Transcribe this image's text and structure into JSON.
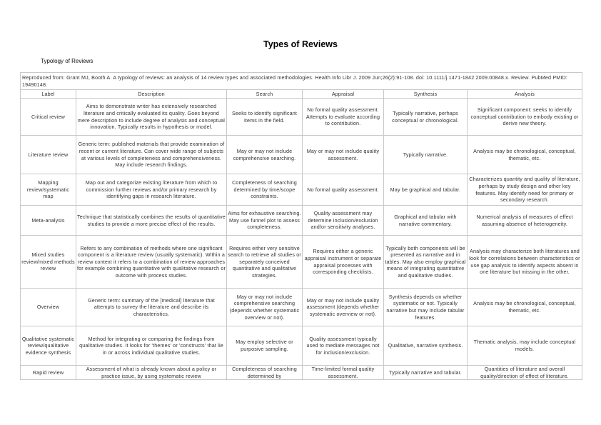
{
  "document": {
    "title": "Types of Reviews",
    "subtitle": "Typology of  Reviews"
  },
  "table": {
    "source_note": "Reproduced from: Grant MJ, Booth A. A typology of reviews: an analysis of 14 review types and associated methodologies. Health Info Libr J. 2009 Jun;26(2):91-108. doi: 10.1111/j.1471-1842.2009.00848.x. Review. PubMed PMID: 19490148.",
    "headers": [
      "Label",
      "Description",
      "Search",
      "Appraisal",
      "Synthesis",
      "Analysis"
    ],
    "rows": [
      {
        "label": "Critical review",
        "description": "Aims to demonstrate writer has extensively researched literature and critically evaluated its quality. Goes beyond mere description to include degree of analysis and conceptual innovation. Typically results in hypothesis or model.",
        "search": "Seeks to identify significant items in the field.",
        "appraisal": "No formal quality assessment. Attempts to evaluate according to contribution.",
        "synthesis": "Typically narrative, perhaps conceptual or chronological.",
        "analysis": "Significant component: seeks to identify conceptual contribution to embody existing or derive new theory."
      },
      {
        "label": "Literature review",
        "description": "Generic term: published materials that provide examination of recent or current literature. Can cover wide range of subjects at various levels of completeness and comprehensiveness. May include research findings.",
        "search": "May or may not include comprehensive searching.",
        "appraisal": "May or may not include quality assessment.",
        "synthesis": "Typically narrative.",
        "analysis": "Analysis may be chronological, conceptual, thematic, etc."
      },
      {
        "label": "Mapping review/systematic map",
        "description": "Map out and categorize existing literature from which to commission further reviews and/or primary research by identifying gaps in research literature.",
        "search": "Completeness of searching determined by time/scope constraints.",
        "appraisal": "No formal quality assessment.",
        "synthesis": "May be graphical and tabular.",
        "analysis": "Characterizes quantity and quality of literature, perhaps by study design and other key features. May identify need for primary or secondary research."
      },
      {
        "label": "Meta-analysis",
        "description": "Technique that statistically combines the results of quantitative studies to provide a more precise effect of the results.",
        "search": "Aims for exhaustive searching. May use funnel plot to assess completeness.",
        "appraisal": "Quality assessment may determine inclusion/exclusion and/or sensitivity analyses.",
        "synthesis": "Graphical and tabular with narrative commentary.",
        "analysis": "Numerical analysis of measures of effect assuming absence of heterogeneity."
      },
      {
        "label": "Mixed studies review/mixed methods review",
        "description": "Refers to any combination of methods where one significant component is a literature review (usually systematic). Within a review context it refers to a combination of review approaches for example combining quantitative with qualitative research or outcome with process studies.",
        "search": "Requires either very sensitive search to retrieve all studies or separately conceived quantitative and qualitative strategies.",
        "appraisal": "Requires either a generic appraisal instrument or separate appraisal processes with corresponding checklists.",
        "synthesis": "Typically both components will be presented as narrative and in tables. May also employ graphical means of integrating quantitative and qualitative studies.",
        "analysis": "Analysis may characterize both literatures and look for correlations between characteristics or use gap analysis to identify aspects absent in one literature but missing in the other."
      },
      {
        "label": "Overview",
        "description": "Generic term: summary of the [medical] literature that attempts to survey the literature and describe its characteristics.",
        "search": "May or may not include comprehensive searching (depends whether systematic overview or not).",
        "appraisal": "May or may not include quality assessment (depends whether systematic overview or not).",
        "synthesis": "Synthesis depends on whether systematic or not. Typically narrative but may include tabular features.",
        "analysis": "Analysis may be chronological, conceptual, thematic, etc."
      },
      {
        "label": "Qualitative systematic review/qualitative evidence synthesis",
        "description": "Method for integrating or comparing the findings from qualitative studies. It looks for 'themes' or 'constructs' that lie in or across individual qualitative studies.",
        "search": "May employ selective or purposive sampling.",
        "appraisal": "Quality assessment typically used to mediate messages not for inclusion/exclusion.",
        "synthesis": "Qualitative, narrative synthesis.",
        "analysis": "Thematic analysis, may include conceptual models."
      },
      {
        "label": "Rapid review",
        "description": "Assessment of what is already known about a policy or practice issue, by using systematic review",
        "search": "Completeness of searching determined by",
        "appraisal": "Time-limited formal quality assessment.",
        "synthesis": "Typically narrative and tabular.",
        "analysis": "Quantities of literature and overall quality/direction of effect of literature."
      }
    ]
  }
}
